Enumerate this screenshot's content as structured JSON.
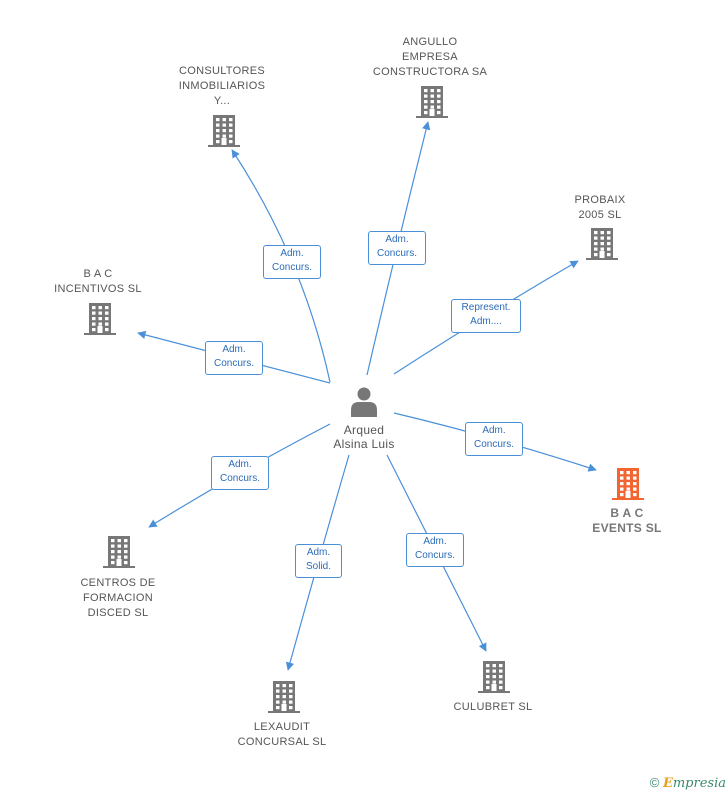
{
  "center": {
    "name_lines": [
      "Arqued",
      "Alsina Luis"
    ],
    "icon": "person-icon"
  },
  "nodes": [
    {
      "id": "consultores",
      "lines": [
        "CONSULTORES",
        "INMOBILIARIOS",
        "Y..."
      ],
      "highlight": false
    },
    {
      "id": "angullo",
      "lines": [
        "ANGULLO",
        "EMPRESA",
        "CONSTRUCTORA SA"
      ],
      "highlight": false
    },
    {
      "id": "probaix",
      "lines": [
        "PROBAIX",
        "2005 SL"
      ],
      "highlight": false
    },
    {
      "id": "bac-incentivos",
      "lines": [
        "B A C",
        "INCENTIVOS SL"
      ],
      "highlight": false
    },
    {
      "id": "bac-events",
      "lines": [
        "B A C",
        "EVENTS SL"
      ],
      "highlight": true
    },
    {
      "id": "centros",
      "lines": [
        "CENTROS DE",
        "FORMACION",
        "DISCED SL"
      ],
      "highlight": false
    },
    {
      "id": "lexaudit",
      "lines": [
        "LEXAUDIT",
        "CONCURSAL SL"
      ],
      "highlight": false
    },
    {
      "id": "culubret",
      "lines": [
        "CULUBRET SL"
      ],
      "highlight": false
    }
  ],
  "edges": [
    {
      "target": "consultores",
      "lines": [
        "Adm.",
        "Concurs."
      ]
    },
    {
      "target": "angullo",
      "lines": [
        "Adm.",
        "Concurs."
      ]
    },
    {
      "target": "probaix",
      "lines": [
        "Represent.",
        "Adm...."
      ]
    },
    {
      "target": "bac-incentivos",
      "lines": [
        "Adm.",
        "Concurs."
      ]
    },
    {
      "target": "bac-events",
      "lines": [
        "Adm.",
        "Concurs."
      ]
    },
    {
      "target": "centros",
      "lines": [
        "Adm.",
        "Concurs."
      ]
    },
    {
      "target": "lexaudit",
      "lines": [
        "Adm.",
        "Solid."
      ]
    },
    {
      "target": "culubret",
      "lines": [
        "Adm.",
        "Concurs."
      ]
    }
  ],
  "colors": {
    "edge": "#4a90d9",
    "building": "#777777",
    "building_highlight": "#f26430",
    "edge_label_text": "#2b6cb8"
  },
  "footer": {
    "copyright": "©",
    "brand_initial": "E",
    "brand_rest": "mpresia"
  }
}
